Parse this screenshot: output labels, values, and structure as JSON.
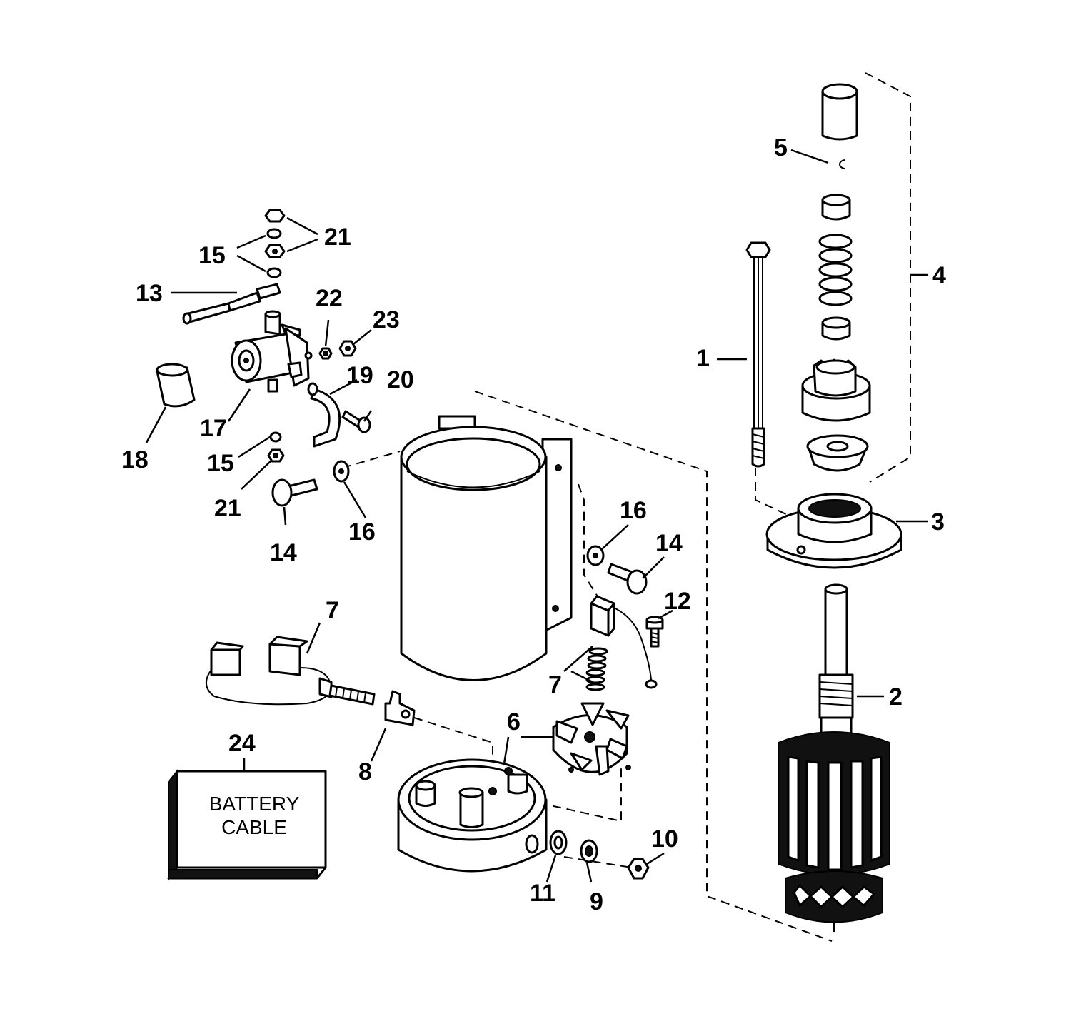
{
  "callouts": [
    {
      "id": "c1",
      "text": "1"
    },
    {
      "id": "c2",
      "text": "2"
    },
    {
      "id": "c3",
      "text": "3"
    },
    {
      "id": "c4",
      "text": "4"
    },
    {
      "id": "c5",
      "text": "5"
    },
    {
      "id": "c6",
      "text": "6"
    },
    {
      "id": "c7a",
      "text": "7"
    },
    {
      "id": "c7b",
      "text": "7"
    },
    {
      "id": "c8",
      "text": "8"
    },
    {
      "id": "c9",
      "text": "9"
    },
    {
      "id": "c10",
      "text": "10"
    },
    {
      "id": "c11",
      "text": "11"
    },
    {
      "id": "c12",
      "text": "12"
    },
    {
      "id": "c13",
      "text": "13"
    },
    {
      "id": "c14a",
      "text": "14"
    },
    {
      "id": "c14b",
      "text": "14"
    },
    {
      "id": "c15a",
      "text": "15"
    },
    {
      "id": "c15b",
      "text": "15"
    },
    {
      "id": "c16a",
      "text": "16"
    },
    {
      "id": "c16b",
      "text": "16"
    },
    {
      "id": "c17",
      "text": "17"
    },
    {
      "id": "c18",
      "text": "18"
    },
    {
      "id": "c19",
      "text": "19"
    },
    {
      "id": "c20",
      "text": "20"
    },
    {
      "id": "c21a",
      "text": "21"
    },
    {
      "id": "c21b",
      "text": "21"
    },
    {
      "id": "c22",
      "text": "22"
    },
    {
      "id": "c23",
      "text": "23"
    },
    {
      "id": "c24",
      "text": "24"
    }
  ],
  "battery_cable": {
    "line1": "BATTERY",
    "line2": "CABLE"
  }
}
